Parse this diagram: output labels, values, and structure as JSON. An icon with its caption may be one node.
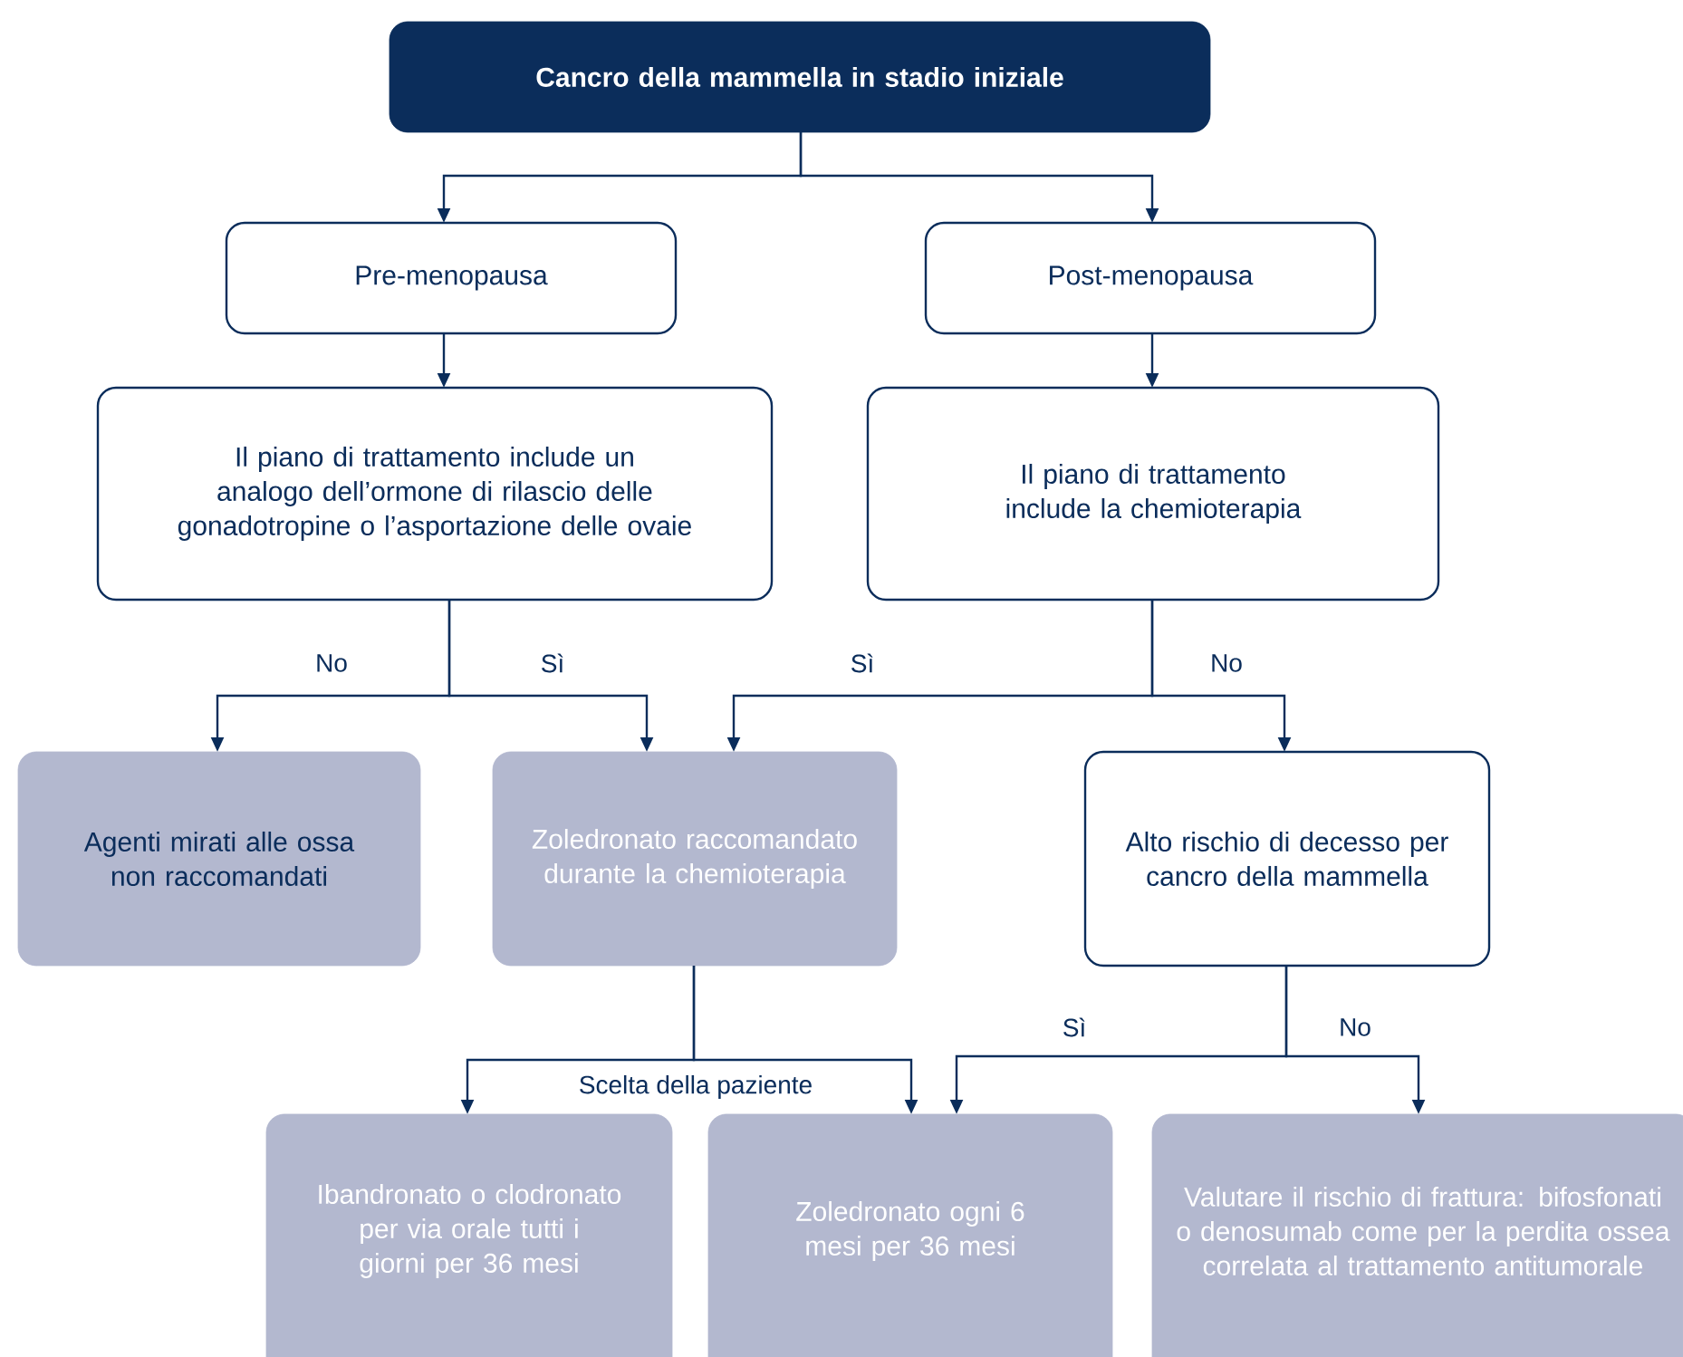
{
  "diagram": {
    "nodes": [
      {
        "text": [
          "Cancro della mammella in stadio iniziale"
        ]
      },
      {
        "text": [
          "Pre-menopausa"
        ]
      },
      {
        "text": [
          "Post-menopausa"
        ]
      },
      {
        "text": [
          "Il piano di trattamento include un analogo dell’ormone di rilascio delle gonadotropine o l’asportazione delle ovaie"
        ]
      },
      {
        "text": [
          "Il piano di trattamento include la chemioterapia"
        ]
      },
      {
        "text": [
          "Agenti mirati alle ossa non raccomandati"
        ]
      },
      {
        "text": [
          "Zoledronato raccomandato durante la chemioterapia"
        ]
      },
      {
        "text": [
          "Alto rischio di decesso per cancro della mammella"
        ]
      },
      {
        "text": [
          "Ibandronato o clodronato per via orale tutti i giorni per 36 mesi"
        ]
      },
      {
        "text": [
          "Zoledronato ogni 6 mesi per 36 mesi"
        ]
      },
      {
        "text": [
          "Valutare il rischio di frattura: bifosfonati o denosumab come per la perdita ossea correlata al trattamento antitumorale"
        ]
      }
    ],
    "edges": [
      {
        "from": 0,
        "to": 1,
        "arrow": "to"
      },
      {
        "from": 0,
        "to": 2,
        "arrow": "to"
      },
      {
        "from": 1,
        "to": 3,
        "arrow": "to"
      },
      {
        "from": 2,
        "to": 4,
        "arrow": "to"
      },
      {
        "from": 3,
        "to": 5,
        "arrow": "to",
        "label": "No"
      },
      {
        "from": 3,
        "to": 6,
        "arrow": "to",
        "label": "Sì"
      },
      {
        "from": 4,
        "to": 6,
        "arrow": "to",
        "label": "Sì"
      },
      {
        "from": 4,
        "to": 7,
        "arrow": "to",
        "label": "No"
      },
      {
        "from": 6,
        "to": 8,
        "arrow": "to"
      },
      {
        "from": 6,
        "to": 9,
        "arrow": "to"
      },
      {
        "from": 7,
        "to": 9,
        "arrow": "to",
        "label": "Sì"
      },
      {
        "from": 7,
        "to": 10,
        "arrow": "to",
        "label": "No"
      }
    ],
    "labels": [
      "Scelta della paziente"
    ]
  }
}
